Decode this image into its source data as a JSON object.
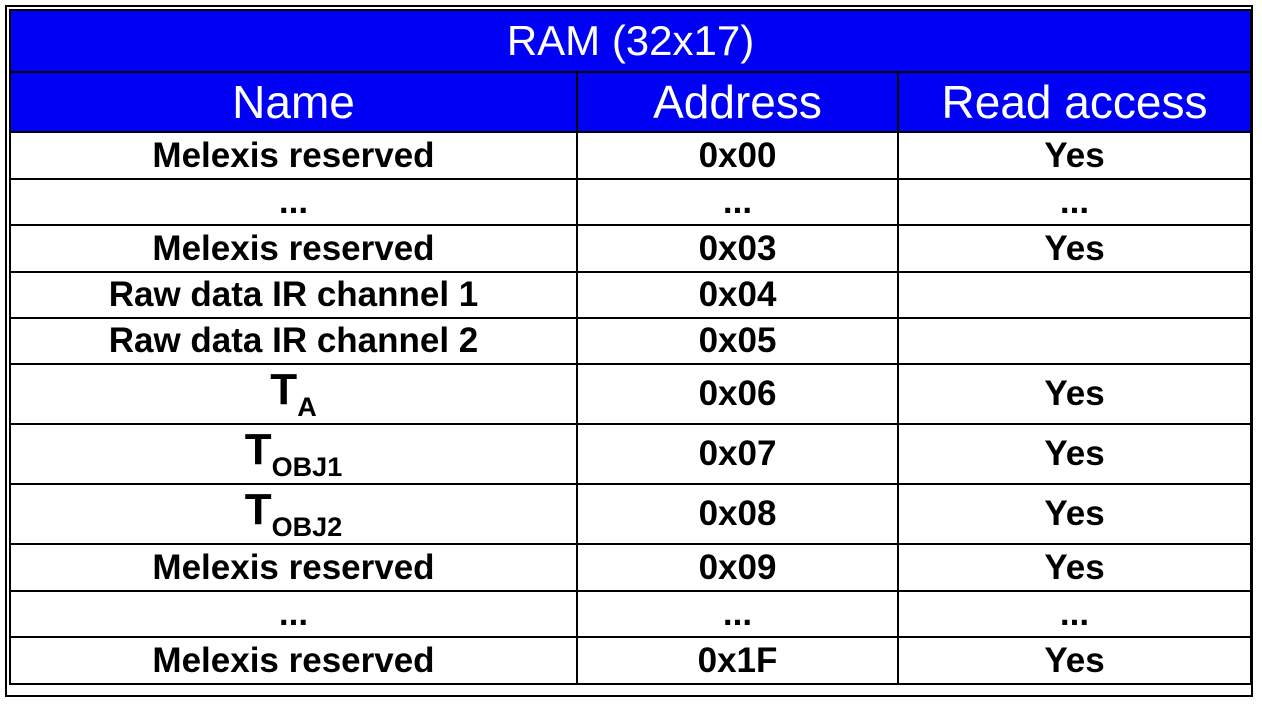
{
  "title": "RAM (32x17)",
  "headers": {
    "name": "Name",
    "address": "Address",
    "read_access": "Read access"
  },
  "rows": [
    {
      "name": "Melexis reserved",
      "address": "0x00",
      "read": "Yes"
    },
    {
      "name": "...",
      "address": "...",
      "read": "..."
    },
    {
      "name": "Melexis reserved",
      "address": "0x03",
      "read": "Yes"
    },
    {
      "name": "Raw data IR channel 1",
      "address": "0x04",
      "read": ""
    },
    {
      "name": "Raw data IR channel 2",
      "address": "0x05",
      "read": ""
    },
    {
      "name_symbol": "T",
      "name_sub": "A",
      "address": "0x06",
      "read": "Yes"
    },
    {
      "name_symbol": "T",
      "name_sub": "OBJ1",
      "address": "0x07",
      "read": "Yes"
    },
    {
      "name_symbol": "T",
      "name_sub": "OBJ2",
      "address": "0x08",
      "read": "Yes"
    },
    {
      "name": "Melexis reserved",
      "address": "0x09",
      "read": "Yes"
    },
    {
      "name": "...",
      "address": "...",
      "read": "..."
    },
    {
      "name": "Melexis reserved",
      "address": "0x1F",
      "read": "Yes"
    }
  ]
}
